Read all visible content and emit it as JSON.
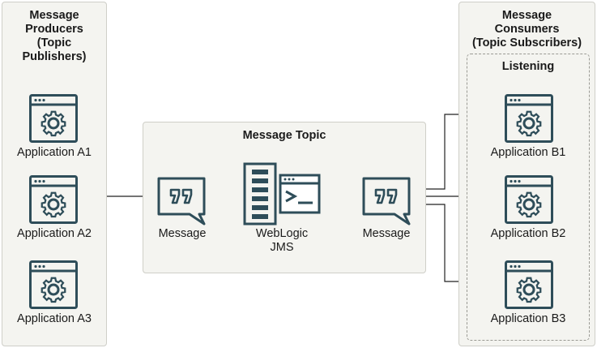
{
  "producers": {
    "title": "Message\nProducers\n(Topic\nPublishers)",
    "apps": [
      "Application A1",
      "Application A2",
      "Application A3"
    ]
  },
  "topic": {
    "title": "Message Topic",
    "message_in": "Message",
    "server": "WebLogic\nJMS",
    "message_out": "Message"
  },
  "consumers": {
    "title": "Message\nConsumers\n(Topic Subscribers)",
    "listening": "Listening",
    "apps": [
      "Application B1",
      "Application B2",
      "Application B3"
    ]
  },
  "colors": {
    "icon_stroke": "#2e4d59",
    "panel_fill": "#f4f4f0",
    "panel_border": "#cfcfc8",
    "line": "#222222"
  },
  "icons": [
    "app-window-gear-icon",
    "message-quote-icon",
    "server-icon",
    "terminal-window-icon"
  ]
}
